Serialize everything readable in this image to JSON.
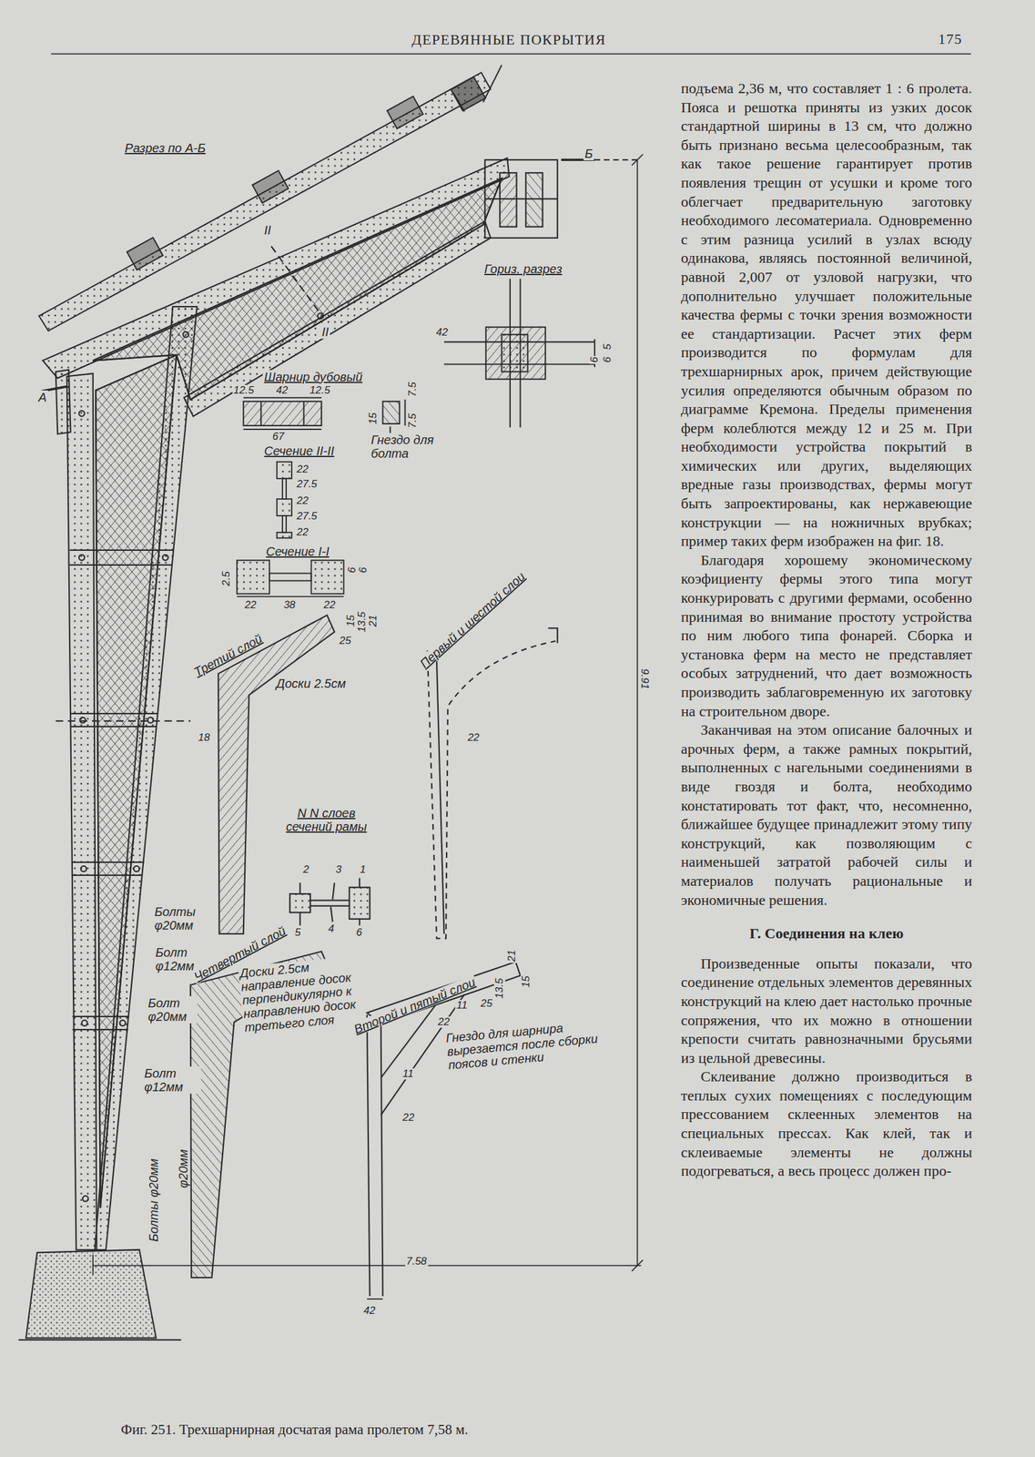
{
  "diagram": {
    "title": "ДЕРЕВЯННЫЕ ПОКРЫТИЯ",
    "caption": "Фиг. 251. Трехшарнирная досчатая рама пролетом 7,58 м.",
    "labels": [
      "175",
      "подъема 2,36 м, что составляет 1 : 6 пролета. Пояса и решотка приняты из узких досок стандартной ширины в 13 см, что должно быть признано весьма целесообразным, так как такое решение гарантирует против появления трещин от усушки и кроме того облегчает предварительную заготовку необходимого лесоматериала. Одновременно с этим разница усилий в узлах всюду одинакова, являясь постоянной величиной, равной 2,007 от узловой нагрузки, что дополнительно улучшает положительные качества фермы с точки зрения возможности ее стандартизации. Расчет этих ферм производится по формулам для трехшарнирных арок, причем действующие усилия определяются обычным образом по диаграмме Кремона. Пределы применения ферм колеблются между 12 и 25 м. При необходимости устройства покрытий в химических или других, выделяющих вредные газы производствах, фермы могут быть запроектированы, как нержавеющие конструкции — на ножничных врубках; пример таких ферм изображен на фиг. 18.",
      "Благодаря хорошему экономическому коэфициенту фермы этого типа могут конкурировать с другими фермами, особенно принимая во внимание простоту устройства по ним любого типа фонарей. Сборка и установка ферм на место не представляет особых затруднений, что дает возможность производить заблаговременную их заготовку на строительном дворе.",
      "Заканчивая на этом описание балочных и арочных ферм, а также рамных покрытий, выполненных с нагельными соединениями в виде гвоздя и болта, необходимо констатировать тот факт, что, несомненно, ближайшее будущее принадлежит этому типу конструкций, как позволяющим с наименьшей затратой рабочей силы и материалов получать рациональные и экономичные решения.",
      "Г. Соединения на клею",
      "Произведенные опыты показали, что соединение отдельных элементов деревянных конструкций на клею дает настолько прочные сопряжения, что их можно в отношении крепости считать равнозначными брусьями из цельной древесины.",
      "Склеивание должно производиться в теплых сухих помещениях с последующим прессованием склеенных элементов на специальных прессах. Как клей, так и склеиваемые элементы не должны подогреваться, а весь процесс должен про-",
      "Разрез по А-Б",
      "Б",
      "А",
      "II",
      "II",
      "Гориз. разрез",
      "42",
      "5",
      "6",
      "6",
      "Шарнир дубовый",
      "12.5",
      "42",
      "12.5",
      "67",
      "7.5",
      "15",
      "7.5",
      "Гнездо для болта",
      "Сечение II-II",
      "22",
      "27.5",
      "22",
      "27.5",
      "22",
      "Сечение I-I",
      "2.5",
      "22",
      "38",
      "22",
      "6",
      "6",
      "15",
      "13.5",
      "21",
      "25",
      "Третий слой",
      "Доски 2.5см",
      "18",
      "Первый и шестой слои",
      "22",
      "9.91",
      "N N слоев сечений рамы",
      "2",
      "3",
      "1",
      "5",
      "4",
      "6",
      "Болты φ20мм",
      "Болт φ12мм",
      "Болт φ20мм",
      "Болт φ12мм",
      "Болты φ20мм",
      "φ20мм",
      "Четвертый слой",
      "Доски 2.5см направление досок перпендикулярно к направлению досок третьего слоя",
      "Второй и пятый слои",
      "21",
      "15",
      "13.5",
      "25",
      "11",
      "22",
      "Гнездо для шарнира вырезается после сборки поясов и стенки",
      "11",
      "22",
      "7.58",
      "42"
    ]
  }
}
